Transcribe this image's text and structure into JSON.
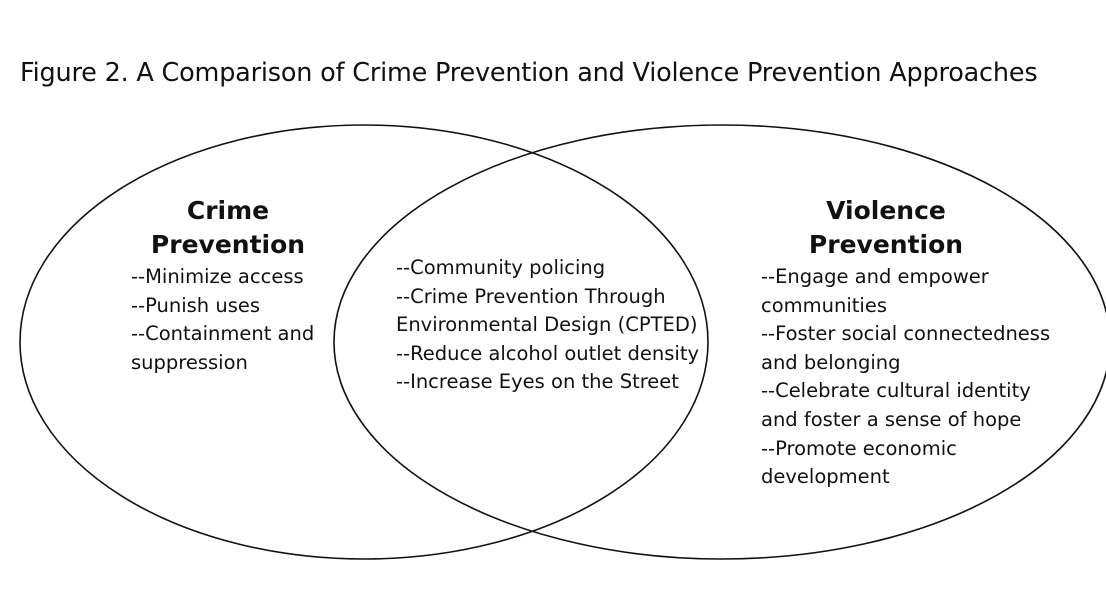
{
  "title": "Figure 2. A Comparison of Crime Prevention and Violence Prevention Approaches",
  "colors": {
    "stroke": "#111111",
    "background": "#ffffff",
    "text": "#111111"
  },
  "crime": {
    "heading_line1": "Crime",
    "heading_line2": "Prevention",
    "items": [
      "--Minimize access",
      "--Punish uses",
      "--Containment and",
      "suppression"
    ]
  },
  "overlap": {
    "items": [
      "--Community policing",
      "--Crime Prevention Through",
      "Environmental Design (CPTED)",
      "--Reduce alcohol outlet density",
      "--Increase Eyes on the Street"
    ]
  },
  "violence": {
    "heading_line1": "Violence",
    "heading_line2": "Prevention",
    "items": [
      "--Engage and empower",
      "communities",
      "--Foster social connectedness",
      "and belonging",
      "--Celebrate cultural identity",
      "and foster a sense of hope",
      "--Promote economic",
      "development"
    ]
  }
}
